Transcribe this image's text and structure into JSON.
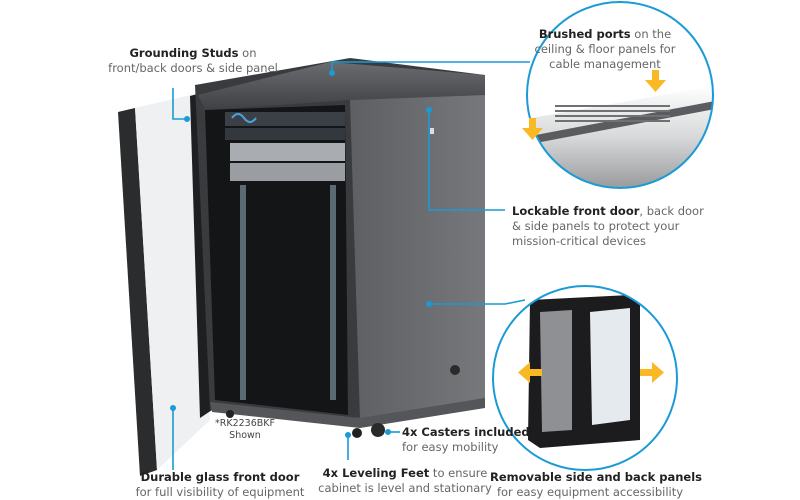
{
  "product_model_note": {
    "line1": "*RK2236BKF",
    "line2": "Shown"
  },
  "accent_color": "#1a9ad6",
  "arrow_color": "#f8b924",
  "callouts": {
    "grounding": {
      "bold": "Grounding Studs",
      "rest": " on",
      "line2": "front/back doors & side panel"
    },
    "brushed": {
      "bold": "Brushed ports",
      "rest": " on the",
      "line2": "ceiling & floor panels for",
      "line3": "cable management"
    },
    "lockable": {
      "bold": "Lockable front door",
      "rest": ", back door",
      "line2": "& side panels to protect your",
      "line3": "mission-critical devices"
    },
    "casters": {
      "bold": "4x Casters included",
      "line2": "for easy mobility"
    },
    "leveling": {
      "bold": "4x Leveling Feet",
      "rest": " to ensure",
      "line2": "cabinet is level and stationary"
    },
    "glass": {
      "bold": "Durable glass front door",
      "line2": "for full visibility of equipment"
    },
    "removable": {
      "bold": "Removable side and back panels",
      "line2": "for easy equipment accessibility"
    }
  }
}
